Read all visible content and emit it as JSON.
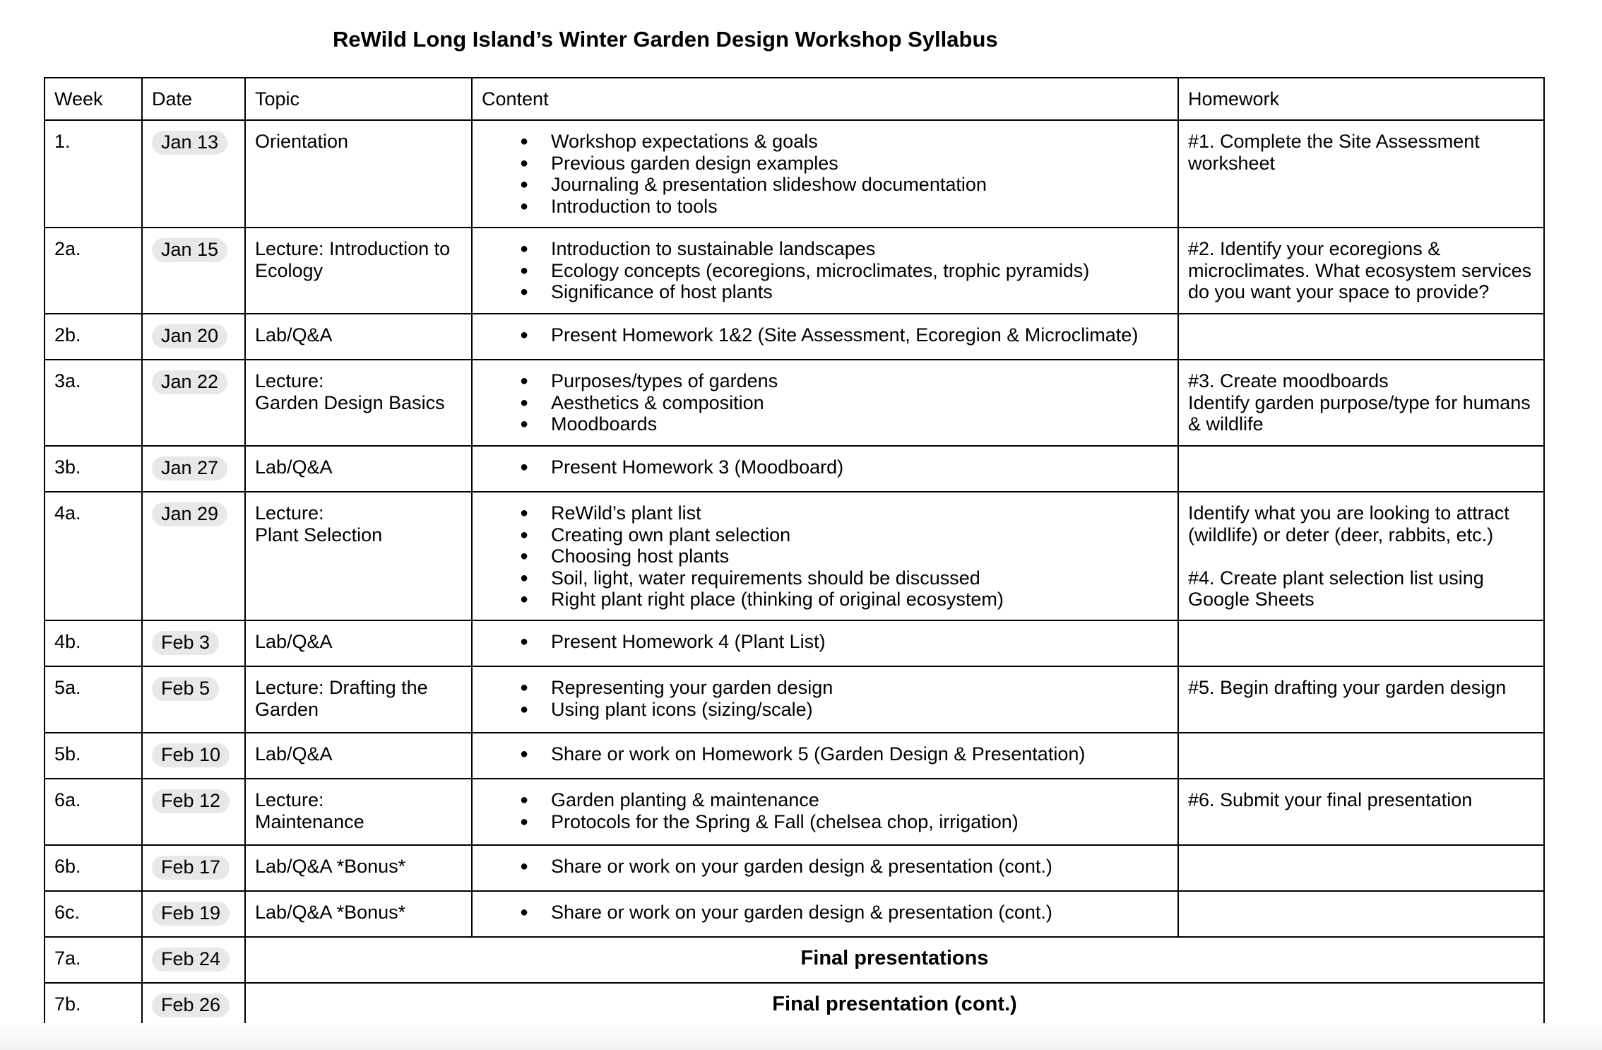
{
  "document": {
    "title": "ReWild Long Island’s Winter Garden Design Workshop Syllabus"
  },
  "table": {
    "headers": {
      "week": "Week",
      "date": "Date",
      "topic": "Topic",
      "content": "Content",
      "homework": "Homework"
    },
    "rows": [
      {
        "week": "1.",
        "date": "Jan 13",
        "topic": [
          "Orientation"
        ],
        "content": [
          "Workshop expectations & goals",
          "Previous garden design examples",
          "Journaling & presentation slideshow documentation",
          "Introduction to tools"
        ],
        "homework": [
          "#1. Complete the Site Assessment",
          "worksheet"
        ]
      },
      {
        "week": "2a.",
        "date": "Jan 15",
        "topic": [
          "Lecture: Introduction to",
          "Ecology"
        ],
        "content": [
          "Introduction to sustainable landscapes",
          "Ecology concepts (ecoregions, microclimates, trophic pyramids)",
          "Significance of host plants"
        ],
        "homework": [
          "#2. Identify your ecoregions &",
          "microclimates. What ecosystem services",
          "do you want your space to provide?"
        ]
      },
      {
        "week": "2b.",
        "date": "Jan 20",
        "topic": [
          "Lab/Q&A"
        ],
        "content": [
          "Present Homework 1&2 (Site Assessment, Ecoregion & Microclimate)"
        ],
        "homework": []
      },
      {
        "week": "3a.",
        "date": "Jan 22",
        "topic": [
          "Lecture:",
          "Garden Design Basics"
        ],
        "content": [
          "Purposes/types of gardens",
          "Aesthetics & composition",
          "Moodboards"
        ],
        "homework": [
          "#3. Create moodboards",
          "Identify garden purpose/type for humans",
          "& wildlife"
        ]
      },
      {
        "week": "3b.",
        "date": "Jan 27",
        "topic": [
          "Lab/Q&A"
        ],
        "content": [
          "Present Homework 3 (Moodboard)"
        ],
        "homework": []
      },
      {
        "week": "4a.",
        "date": "Jan 29",
        "topic": [
          "Lecture:",
          "Plant Selection"
        ],
        "content": [
          "ReWild’s plant list",
          "Creating own plant selection",
          "Choosing host plants",
          "Soil, light, water requirements should be discussed",
          "Right plant right place (thinking of original ecosystem)"
        ],
        "homework": [
          "Identify what you are looking to attract",
          "(wildlife) or deter (deer, rabbits, etc.)",
          "",
          "#4. Create plant selection list using",
          "Google Sheets"
        ]
      },
      {
        "week": "4b.",
        "date": "Feb 3",
        "topic": [
          "Lab/Q&A"
        ],
        "content": [
          "Present Homework 4 (Plant List)"
        ],
        "homework": []
      },
      {
        "week": "5a.",
        "date": "Feb 5",
        "topic": [
          "Lecture: Drafting the",
          "Garden"
        ],
        "content": [
          "Representing your garden design",
          "Using plant icons (sizing/scale)"
        ],
        "homework": [
          "#5. Begin drafting your garden design"
        ]
      },
      {
        "week": "5b.",
        "date": "Feb 10",
        "topic": [
          "Lab/Q&A"
        ],
        "content": [
          "Share or work on Homework 5 (Garden Design & Presentation)"
        ],
        "homework": []
      },
      {
        "week": "6a.",
        "date": "Feb 12",
        "topic": [
          "Lecture:",
          "Maintenance"
        ],
        "content": [
          "Garden planting & maintenance",
          "Protocols for the Spring & Fall (chelsea chop, irrigation)"
        ],
        "homework": [
          "#6. Submit your final presentation"
        ]
      },
      {
        "week": "6b.",
        "date": "Feb 17",
        "topic": [
          "Lab/Q&A *Bonus*"
        ],
        "content": [
          "Share or work on your garden design & presentation (cont.)"
        ],
        "homework": []
      },
      {
        "week": "6c.",
        "date": "Feb 19",
        "topic": [
          "Lab/Q&A *Bonus*"
        ],
        "content": [
          "Share or work on your garden design & presentation (cont.)"
        ],
        "homework": []
      },
      {
        "week": "7a.",
        "date": "Feb 24",
        "merged": "Final presentations"
      },
      {
        "week": "7b.",
        "date": "Feb 26",
        "merged": "Final presentation (cont.)"
      }
    ]
  }
}
